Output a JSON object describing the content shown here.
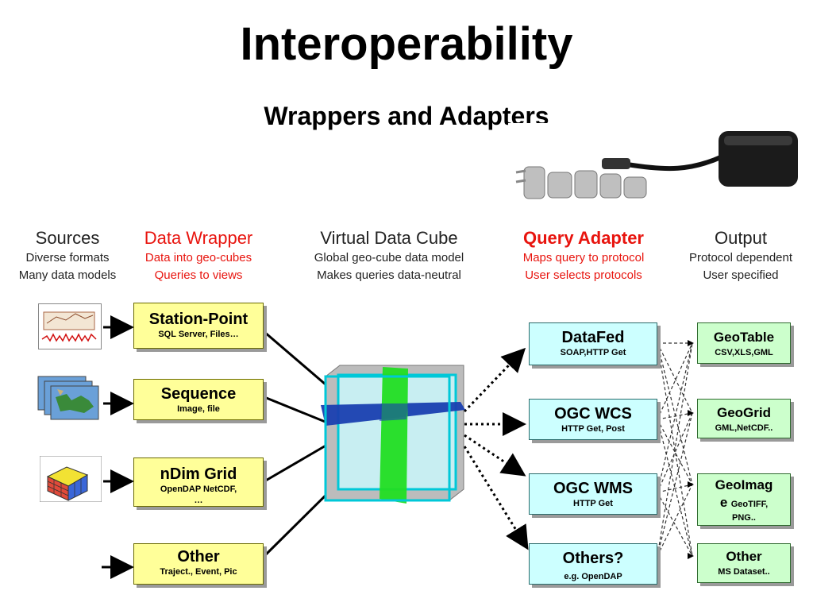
{
  "title": "Interoperability",
  "subtitle": "Wrappers and Adapters",
  "columns": {
    "sources": {
      "heading": "Sources",
      "line1": "Diverse formats",
      "line2": "Many data models"
    },
    "wrapper": {
      "heading": "Data Wrapper",
      "line1": "Data into geo-cubes",
      "line2": "Queries to views"
    },
    "cube": {
      "heading": "Virtual Data Cube",
      "line1": "Global geo-cube data model",
      "line2": "Makes queries data-neutral"
    },
    "adapter": {
      "heading": "Query Adapter",
      "line1": "Maps query to protocol",
      "line2": "User selects protocols"
    },
    "output": {
      "heading": "Output",
      "line1": "Protocol dependent",
      "line2": "User specified"
    }
  },
  "wrappers": [
    {
      "title": "Station-Point",
      "sub": "SQL Server, Files…",
      "sub2": ""
    },
    {
      "title": "Sequence",
      "sub": "Image, file",
      "sub2": ""
    },
    {
      "title": "nDim Grid",
      "sub": "OpenDAP NetCDF,",
      "sub2": "…"
    },
    {
      "title": "Other",
      "sub": "Traject., Event, Pic",
      "sub2": ""
    }
  ],
  "adapters": [
    {
      "title": "DataFed",
      "sub": "SOAP,HTTP Get"
    },
    {
      "title": "OGC WCS",
      "sub": "HTTP Get, Post"
    },
    {
      "title": "OGC WMS",
      "sub": "HTTP Get"
    },
    {
      "title": "Others?",
      "sub": "e.g. OpenDAP"
    }
  ],
  "outputs": [
    {
      "title": "GeoTable",
      "sub": "CSV,XLS,GML",
      "sub2": ""
    },
    {
      "title": "GeoGrid",
      "sub": "GML,NetCDF..",
      "sub2": ""
    },
    {
      "title": "GeoImag",
      "title2": "e",
      "sub": "GeoTIFF,",
      "sub2": "PNG.."
    },
    {
      "title": "Other",
      "sub": "MS Dataset..",
      "sub2": ""
    }
  ],
  "colors": {
    "wrapper_fill": "#ffff99",
    "adapter_fill": "#ccffff",
    "output_fill": "#ccffcc",
    "heading_red": "#e8140e",
    "cube_blue_plane": "#1a3fb0",
    "cube_green_plane": "#22dd22"
  },
  "icons": {
    "source_1": "line-chart-map-thumbnail",
    "source_2": "map-sequence-thumbnail",
    "source_3": "rubik-cube-thumbnail",
    "adapter_photo": "power-adapter-photo",
    "cube": "virtual-data-cube-graphic"
  }
}
